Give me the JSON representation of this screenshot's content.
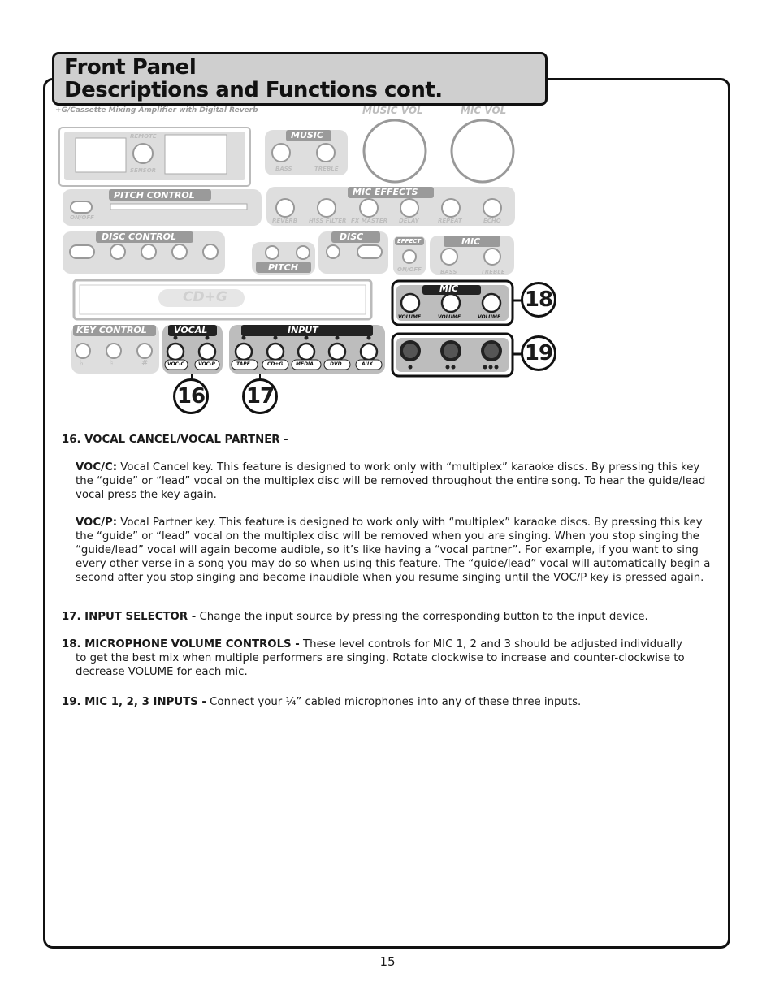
{
  "header": {
    "title_line1": "Front Panel",
    "title_line2": "Descriptions and Functions cont."
  },
  "panel": {
    "subtitle": "+G/Cassette Mixing Amplifier with Digital Reverb",
    "music_vol": "MUSIC VOL",
    "mic_vol": "MIC VOL",
    "remote": "REMOTE",
    "sensor": "SENSOR",
    "music": "MUSIC",
    "bass": "BASS",
    "treble": "TREBLE",
    "pitch_control": "PITCH CONTROL",
    "on_off": "ON/OFF",
    "mic_effects": "MIC EFFECTS",
    "effects": [
      "REVERB",
      "HISS FILTER",
      "FX MASTER",
      "DELAY",
      "REPEAT",
      "ECHO"
    ],
    "disc_control": "DISC CONTROL",
    "disc": "DISC",
    "pitch": "PITCH",
    "effect": "EFFECT",
    "mic": "MIC",
    "display": "CD+G",
    "key_control": "KEY CONTROL",
    "key_symbols": [
      "♭",
      "♮",
      "#"
    ],
    "vocal": "VOCAL",
    "vocal_buttons": [
      "VOC-C",
      "VOC-P"
    ],
    "input": "INPUT",
    "input_buttons": [
      "TAPE",
      "CD+G",
      "MEDIA",
      "DVD",
      "AUX"
    ],
    "volume": [
      "VOLUME",
      "VOLUME",
      "VOLUME"
    ],
    "callouts": [
      "18",
      "19",
      "16",
      "17"
    ]
  },
  "body": {
    "s16_heading": "16. VOCAL CANCEL/VOCAL PARTNER -",
    "s16_vocc_label": "VOC/C:",
    "s16_vocc_text": "Vocal Cancel key. This feature is designed to work only with “multiplex” karaoke discs. By pressing this key the “guide” or “lead” vocal on the multiplex disc will be removed throughout the entire song. To hear the guide/lead vocal press the key again.",
    "s16_vocp_label": "VOC/P:",
    "s16_vocp_text": "Vocal Partner key. This feature is designed to work only with “multiplex” karaoke discs. By pressing this key the “guide” or “lead” vocal on the multiplex disc will be removed when you are singing. When you stop singing the “guide/lead” vocal will again become audible, so it’s like having a “vocal partner”. For example, if you want to sing every other verse in a song you may do so when using this feature. The “guide/lead” vocal will automatically begin a second after you stop singing and become inaudible when you resume singing until the VOC/P key is pressed again.",
    "s17_label": "17. INPUT SELECTOR -",
    "s17_text": " Change the input source by pressing the corresponding button to the input device.",
    "s18_label": "18. MICROPHONE VOLUME CONTROLS -",
    "s18_text_line1": " These level controls for MIC 1, 2 and 3 should be adjusted individually",
    "s18_text_rest": "to get the best mix when multiple performers are singing.  Rotate clockwise to increase and counter-clockwise to decrease VOLUME for each mic.",
    "s19_label": "19. MIC 1, 2, 3 INPUTS -",
    "s19_text": " Connect your ¼” cabled microphones into any of these three inputs."
  },
  "footer": {
    "page_number": "15"
  }
}
